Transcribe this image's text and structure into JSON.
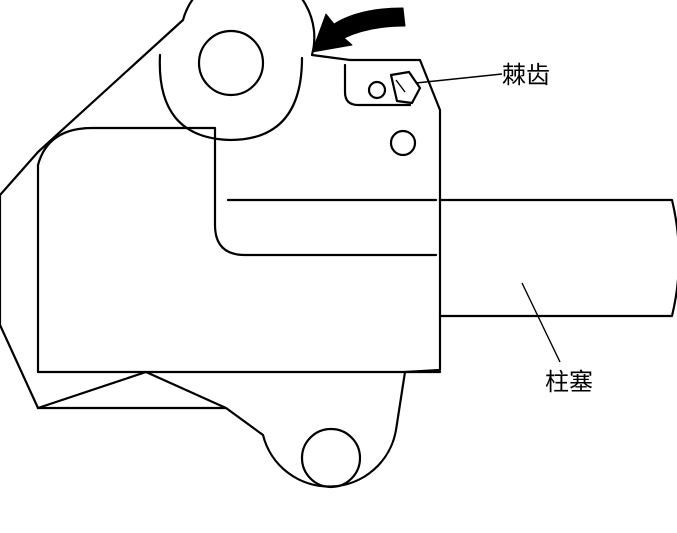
{
  "labels": {
    "ratchet": "棘齿",
    "plunger": "柱塞"
  },
  "colors": {
    "line": "#000000",
    "background": "#ffffff"
  },
  "arrow": {
    "direction": "counterclockwise"
  }
}
